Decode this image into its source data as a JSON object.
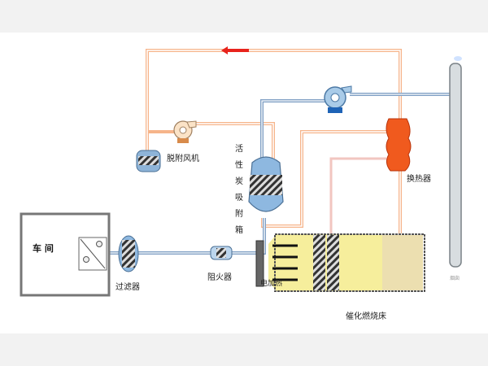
{
  "labels": {
    "desorption_fan": "脱附风机",
    "adsorber": [
      "活",
      "性",
      "炭",
      "吸",
      "附",
      "箱"
    ],
    "heat_exchanger": "换热器",
    "workshop": "车 间",
    "filter": "过滤器",
    "flame_arrestor": "阻火器",
    "electric_heater": "电加热",
    "catalytic_bed": "催化燃烧床",
    "chimney": "烟囱"
  },
  "colors": {
    "hot_pipe": "#f6b48a",
    "exhaust_pipe": "#7f9fc4",
    "flow_arrow": "#e8231c",
    "heat_exchanger": "#f05a1e",
    "catalyst_bed": "#f6ee9c"
  }
}
